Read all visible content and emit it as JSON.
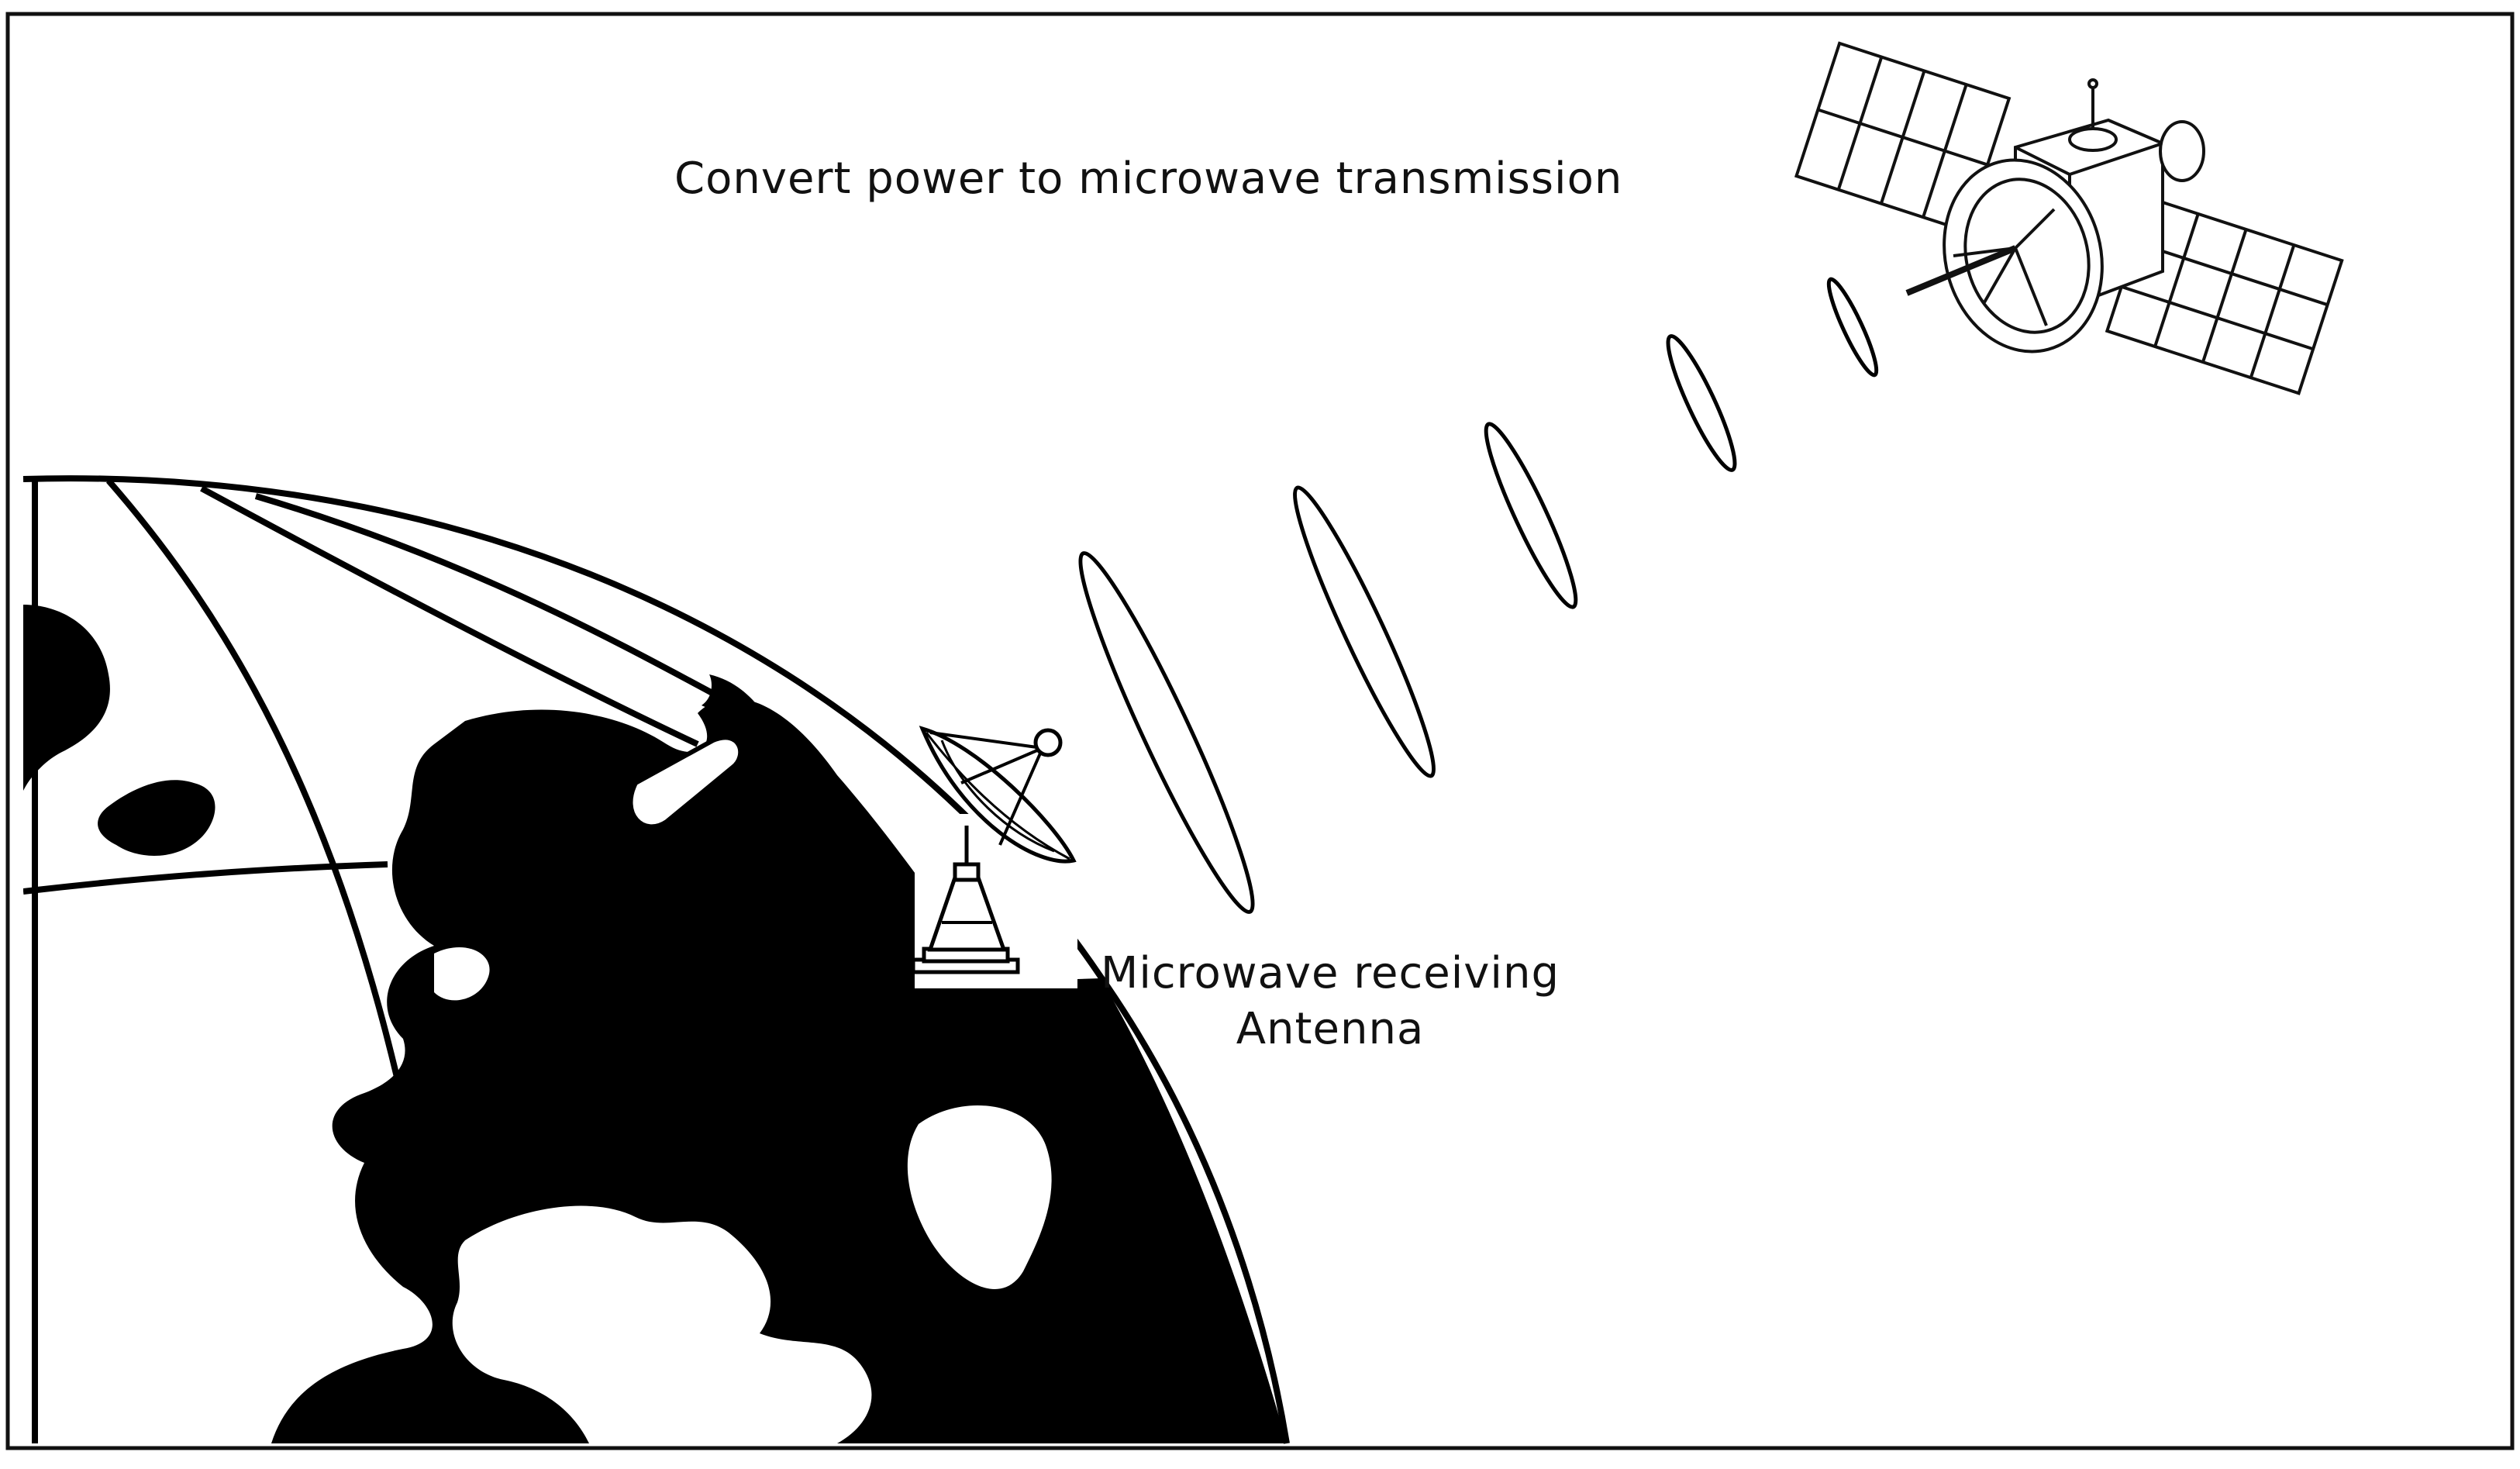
{
  "diagram": {
    "labels": {
      "transmit": "Convert power to microwave transmission",
      "receive_line1": "Microwave receiving",
      "receive_line2": "Antenna"
    },
    "colors": {
      "ink": "#000000",
      "land": "#000000",
      "background": "#ffffff",
      "frame": "#111111"
    },
    "icons": [
      "earth-globe",
      "satellite",
      "dish-antenna",
      "microwave-beam"
    ]
  }
}
